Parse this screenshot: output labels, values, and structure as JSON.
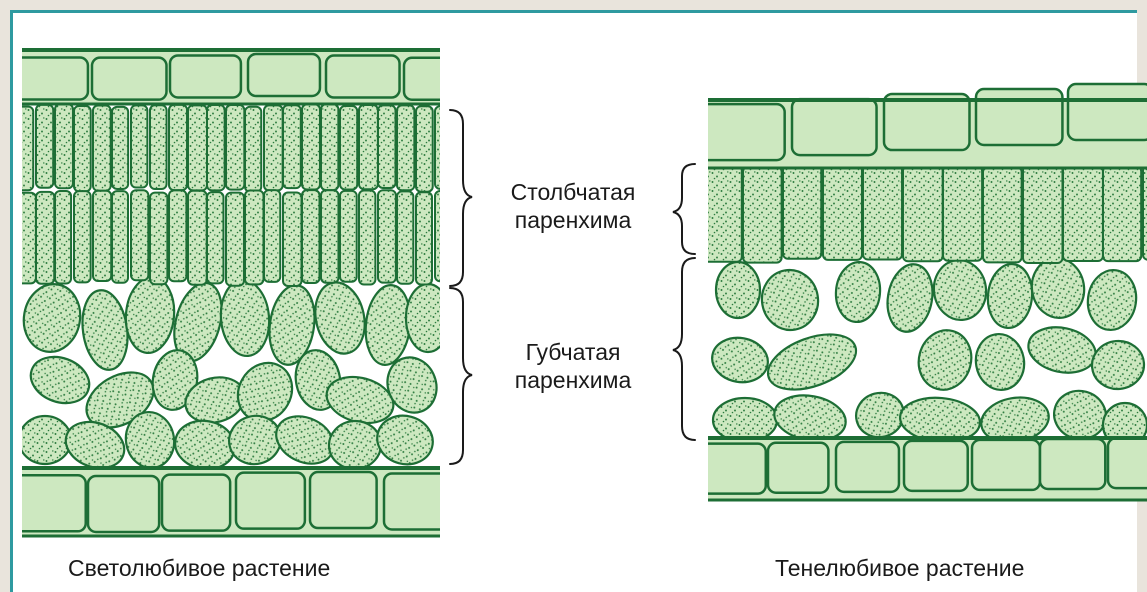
{
  "labels": {
    "palisade": {
      "line1": "Столбчатая",
      "line2": "паренхима"
    },
    "spongy": {
      "line1": "Губчатая",
      "line2": "паренхима"
    }
  },
  "captions": {
    "left": "Светолюбивое растение",
    "right": "Тенелюбивое растение"
  },
  "colors": {
    "cell_fill": "#cde8c0",
    "outline": "#1d6e35",
    "dots": "#2b7a3e",
    "frame": "#2f9aa0"
  }
}
